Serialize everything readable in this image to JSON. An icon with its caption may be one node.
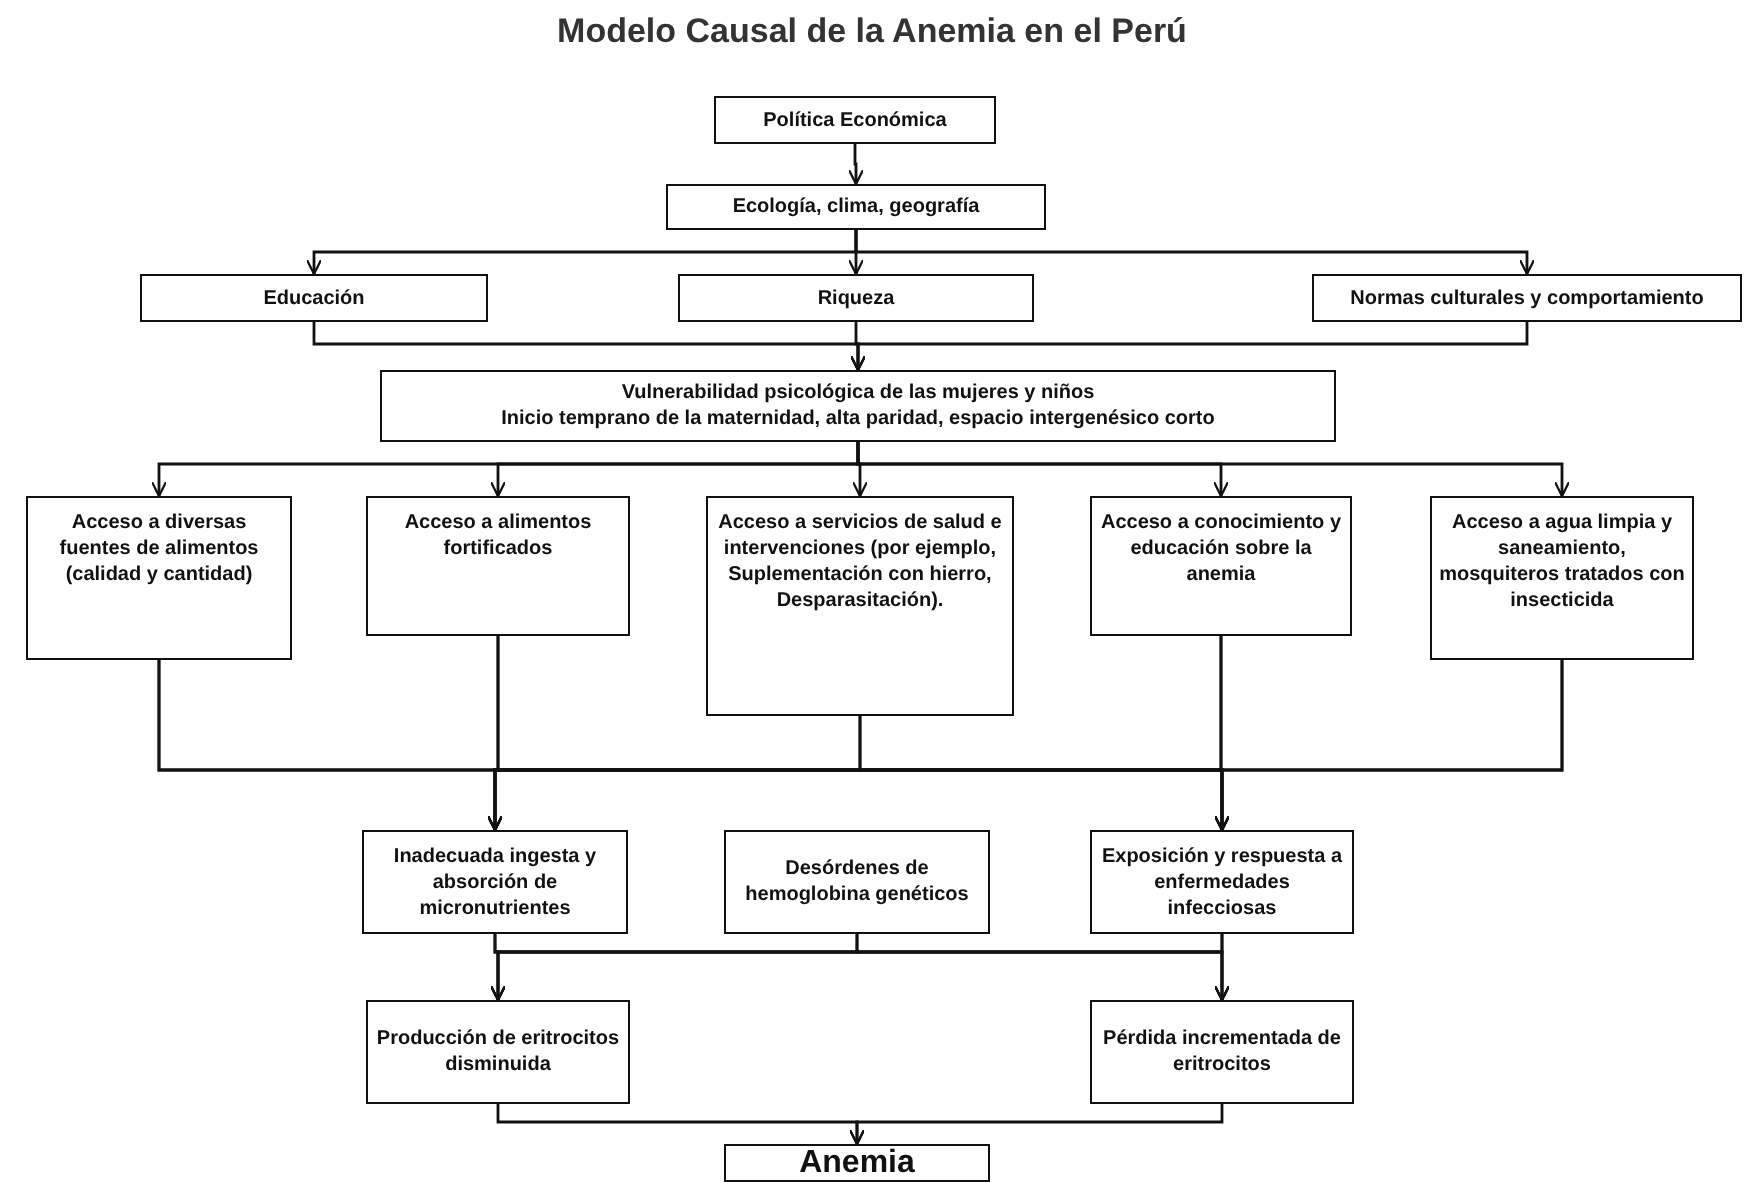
{
  "diagram": {
    "title": "Modelo Causal de la Anemia en el Perú",
    "nodes": [
      {
        "text": [
          "Política Económica"
        ]
      },
      {
        "text": [
          "Ecología, clima, geografía"
        ]
      },
      {
        "text": [
          "Educación"
        ]
      },
      {
        "text": [
          "Riqueza"
        ]
      },
      {
        "text": [
          "Normas culturales y comportamiento"
        ]
      },
      {
        "text": [
          "Vulnerabilidad psicológica de las mujeres y niños",
          "Inicio temprano de la maternidad, alta paridad, espacio intergenésico corto"
        ]
      },
      {
        "text": [
          "Acceso a diversas fuentes de alimentos (calidad y cantidad)"
        ]
      },
      {
        "text": [
          "Acceso a alimentos fortificados"
        ]
      },
      {
        "text": [
          "Acceso a servicios de salud e intervenciones (por ejemplo, Suplementación con hierro, Desparasitación)."
        ]
      },
      {
        "text": [
          "Acceso a conocimiento y educación sobre la anemia"
        ]
      },
      {
        "text": [
          "Acceso a agua limpia y saneamiento, mosquiteros tratados con insecticida"
        ]
      },
      {
        "text": [
          "Inadecuada ingesta y absorción de micronutrientes"
        ]
      },
      {
        "text": [
          "Desórdenes de hemoglobina genéticos"
        ]
      },
      {
        "text": [
          "Exposición y respuesta a enfermedades infecciosas"
        ]
      },
      {
        "text": [
          "Producción de eritrocitos disminuida"
        ]
      },
      {
        "text": [
          "Pérdida incrementada de eritrocitos"
        ]
      },
      {
        "text": [
          "Anemia"
        ]
      }
    ],
    "edges": [
      {
        "from": 0,
        "to": 1,
        "arrow": "to"
      },
      {
        "from": 1,
        "to": 2,
        "arrow": "to"
      },
      {
        "from": 1,
        "to": 3,
        "arrow": "to"
      },
      {
        "from": 1,
        "to": 4,
        "arrow": "to"
      },
      {
        "from": 2,
        "to": 5,
        "arrow": "to"
      },
      {
        "from": 3,
        "to": 5,
        "arrow": "to"
      },
      {
        "from": 4,
        "to": 5,
        "arrow": "to"
      },
      {
        "from": 5,
        "to": 6,
        "arrow": "to"
      },
      {
        "from": 5,
        "to": 7,
        "arrow": "to"
      },
      {
        "from": 5,
        "to": 8,
        "arrow": "to"
      },
      {
        "from": 5,
        "to": 9,
        "arrow": "to"
      },
      {
        "from": 5,
        "to": 10,
        "arrow": "to"
      },
      {
        "from": 6,
        "to": 11,
        "arrow": "to"
      },
      {
        "from": 6,
        "to": 13,
        "arrow": "to"
      },
      {
        "from": 7,
        "to": 11,
        "arrow": "to"
      },
      {
        "from": 7,
        "to": 13,
        "arrow": "to"
      },
      {
        "from": 8,
        "to": 11,
        "arrow": "to"
      },
      {
        "from": 8,
        "to": 13,
        "arrow": "to"
      },
      {
        "from": 9,
        "to": 11,
        "arrow": "to"
      },
      {
        "from": 9,
        "to": 13,
        "arrow": "to"
      },
      {
        "from": 10,
        "to": 11,
        "arrow": "to"
      },
      {
        "from": 10,
        "to": 13,
        "arrow": "to"
      },
      {
        "from": 11,
        "to": 14,
        "arrow": "to"
      },
      {
        "from": 11,
        "to": 15,
        "arrow": "to"
      },
      {
        "from": 12,
        "to": 14,
        "arrow": "to"
      },
      {
        "from": 12,
        "to": 15,
        "arrow": "to"
      },
      {
        "from": 13,
        "to": 14,
        "arrow": "to"
      },
      {
        "from": 13,
        "to": 15,
        "arrow": "to"
      },
      {
        "from": 14,
        "to": 16,
        "arrow": "to"
      },
      {
        "from": 15,
        "to": 16,
        "arrow": "to"
      }
    ]
  }
}
